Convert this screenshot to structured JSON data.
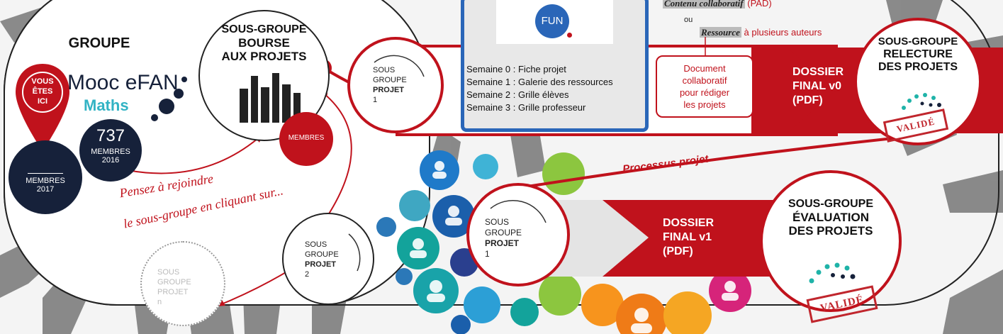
{
  "colors": {
    "red": "#c0121c",
    "dark_navy": "#16213a",
    "blue": "#2a66b8",
    "grey_hand": "#6b6b6b"
  },
  "groupe": {
    "title": "GROUPE",
    "vous_etes_ici": [
      "VOUS",
      "ÊTES",
      "ICI"
    ],
    "logo_line1": "Mooc eFAN",
    "logo_line2": "Maths",
    "membres_2016": {
      "count": "737",
      "label": "MEMBRES",
      "year": "2016"
    },
    "membres_2017": {
      "count": "",
      "label": "MEMBRES",
      "year": "2017"
    }
  },
  "bourse": {
    "title_line1": "SOUS-GROUPE",
    "title_line2": "BOURSE",
    "title_line3": "AUX PROJETS",
    "membres": "MEMBRES"
  },
  "fun_logo": "FUN",
  "semaines": [
    "Semaine 0 : Fiche projet",
    "Semaine 1 : Galerie des ressources",
    "Semaine 2 : Grille élèves",
    "Semaine 3 : Grille professeur"
  ],
  "projet1_top": {
    "line1": "SOUS",
    "line2": "GROUPE",
    "line3": "PROJET",
    "line4": "1"
  },
  "projet1_bottom": {
    "line1": "SOUS",
    "line2": "GROUPE",
    "line3": "PROJET",
    "line4": "1"
  },
  "projet2": {
    "line1": "SOUS",
    "line2": "GROUPE",
    "line3": "PROJET",
    "line4": "2"
  },
  "projetn": {
    "line1": "SOUS",
    "line2": "GROUPE",
    "line3": "PROJET",
    "line4": "n"
  },
  "contenu": {
    "line1": "Contenu collaboratif",
    "line1_suffix": "(PAD)",
    "ou": "ou",
    "line2": "Ressource",
    "line2_suffix": "à plusieurs auteurs"
  },
  "document": [
    "Document",
    "collaboratif",
    "pour rédiger",
    "les projets"
  ],
  "dossier_v0": [
    "DOSSIER",
    "FINAL v0",
    "(PDF)"
  ],
  "dossier_v1": [
    "DOSSIER",
    "FINAL v1",
    "(PDF)"
  ],
  "relecture": {
    "line1": "SOUS-GROUPE",
    "line2": "RELECTURE",
    "line3": "DES PROJETS",
    "stamp": "VALIDÉ"
  },
  "evaluation": {
    "line1": "SOUS-GROUPE",
    "line2": "ÉVALUATION",
    "line3": "DES PROJETS",
    "stamp": "VALIDÉ"
  },
  "processus": "Processus projet",
  "pensez": {
    "line1": "Pensez à rejoindre",
    "line2": "le sous-groupe en cliquant sur..."
  }
}
